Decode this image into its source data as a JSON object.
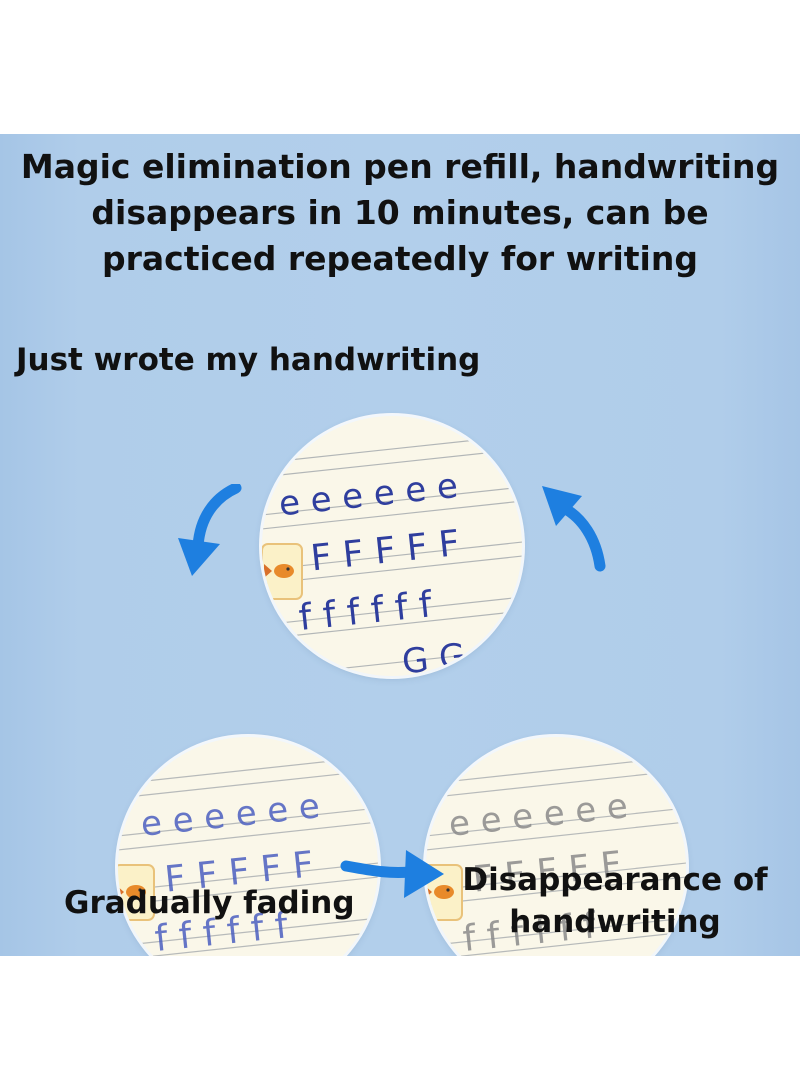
{
  "title": "Magic elimination pen refill, handwriting disappears in 10 minutes, can be practiced repeatedly for writing",
  "labels": {
    "step1": "Just wrote my handwriting",
    "step2": "Gradually fading",
    "step3": "Disappearance of handwriting"
  },
  "practice_rows": {
    "row1": "e e e e e e",
    "row2": "F F F F F",
    "row3": "f f f f f f",
    "row4": "G G"
  },
  "colors": {
    "background": "#b2cfeb",
    "arrow": "#1e7fe0",
    "ink_fresh": "#2f3e9e",
    "ink_fading": "#3f55b5",
    "ink_faded": "#8a8a8a"
  },
  "icons": {
    "cycle_arrows": "curved-arrow-icon",
    "badge": "fish-sticker-icon"
  }
}
